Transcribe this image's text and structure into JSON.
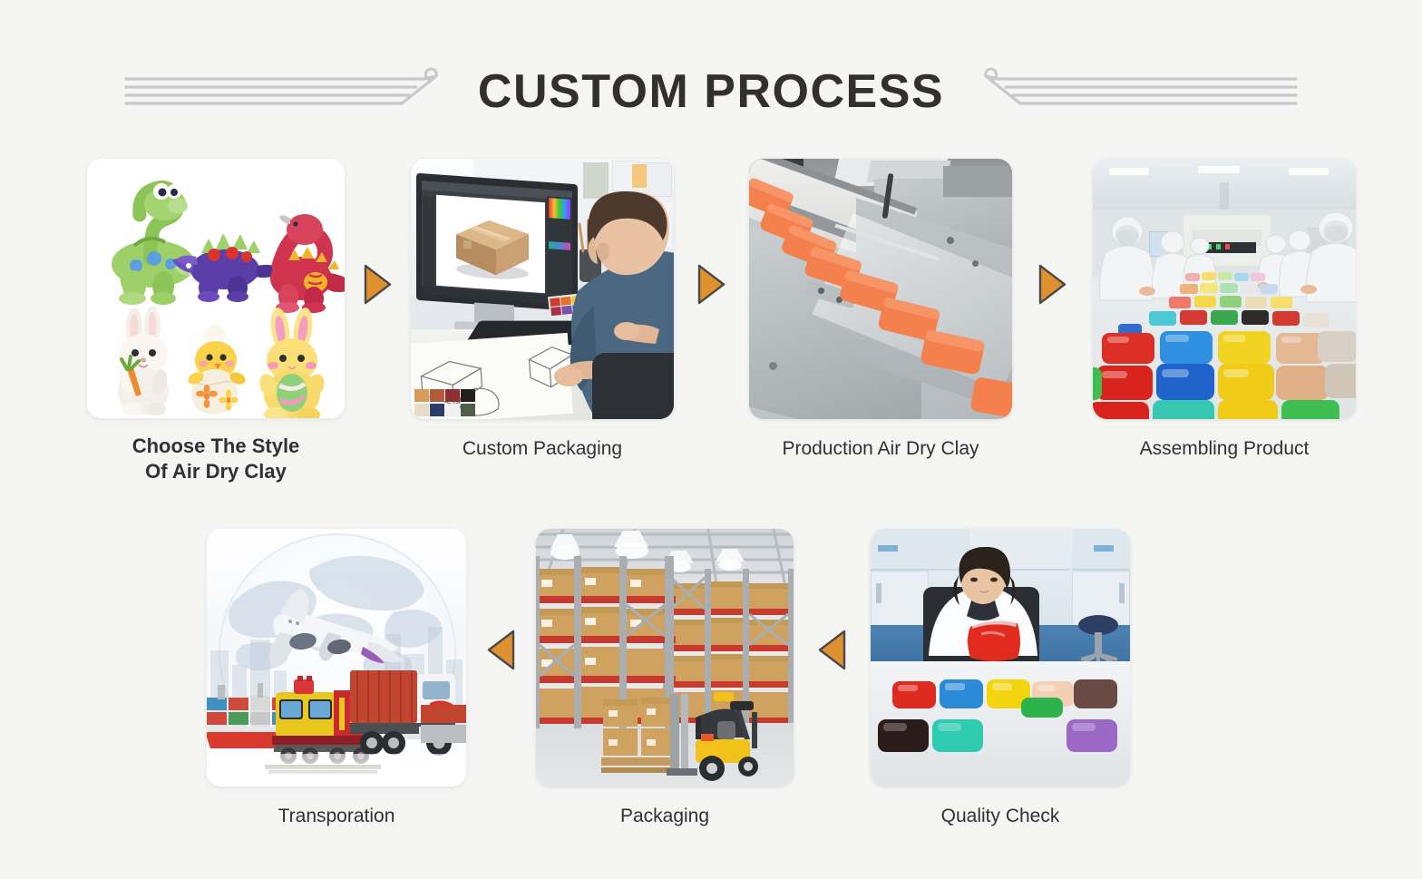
{
  "header": {
    "title_part1": "CUSTOM",
    "title_part2": "PROCESS",
    "ornament_left": "decorative-flourish-left",
    "ornament_right": "decorative-flourish-right",
    "title_color": "#332f2d"
  },
  "theme": {
    "background": "#f5f5f4",
    "card_background": "#ffffff",
    "arrow_color": "#df9130",
    "arrow_outline": "#4a4a4a",
    "caption_color": "#333031",
    "ornament_color": "#c9c9c9"
  },
  "row1": {
    "steps": [
      {
        "index": "1",
        "caption": "Choose The Style\nOf Air Dry Clay",
        "bold": true,
        "image_name": "clay-figurines-photo",
        "image_alt": "Air dry clay figurines: green dinosaur, purple stegosaurus, red dinosaur, white bunny with carrot, yellow chick in egg, yellow bunny with egg"
      },
      {
        "index": "2",
        "caption": "Custom Packaging",
        "bold": false,
        "image_name": "packaging-designer-photo",
        "image_alt": "Designer at desk working on 3D carton box design on monitor with color swatches and sketches"
      },
      {
        "index": "3",
        "caption": "Production Air Dry Clay",
        "bold": false,
        "image_name": "clay-production-line-photo",
        "image_alt": "Orange clay blocks moving along a stainless steel wrapping conveyor machine"
      },
      {
        "index": "4",
        "caption": "Assembling Product",
        "bold": false,
        "image_name": "assembly-cleanroom-photo",
        "image_alt": "Workers in white coveralls and hairnets assembling colorful clay packets in a cleanroom"
      }
    ],
    "arrows": [
      "arrow-right-1",
      "arrow-right-2",
      "arrow-right-3"
    ],
    "arrow_direction": "right"
  },
  "row2": {
    "steps": [
      {
        "index": "7",
        "caption": "Transporation",
        "bold": false,
        "image_name": "transportation-photo",
        "image_alt": "Global logistics: airplane, freight train, container truck and cargo ship over world map"
      },
      {
        "index": "6",
        "caption": "Packaging",
        "bold": false,
        "image_name": "warehouse-packaging-photo",
        "image_alt": "Warehouse with red racking full of cardboard boxes and a yellow forklift"
      },
      {
        "index": "5",
        "caption": "Quality Check",
        "bold": false,
        "image_name": "quality-check-photo",
        "image_alt": "Lab technician in white coat inspecting a red clay packet with colored clay packets on table"
      }
    ],
    "arrows": [
      "arrow-left-1",
      "arrow-left-2"
    ],
    "arrow_direction": "left"
  }
}
